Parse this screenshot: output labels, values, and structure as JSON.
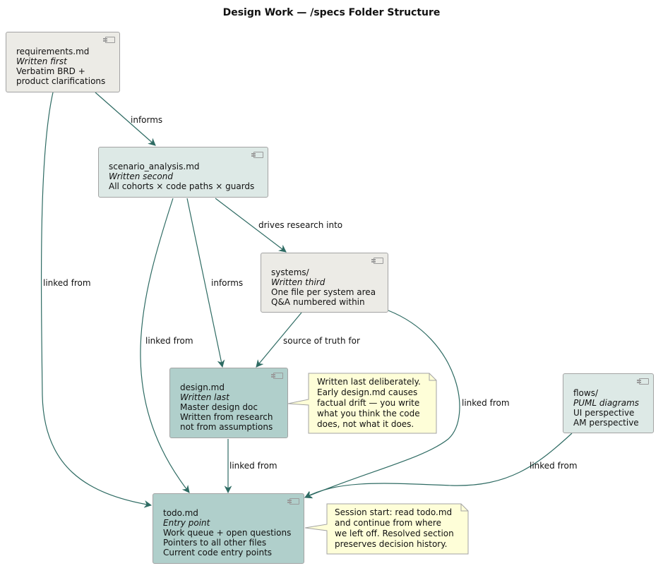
{
  "title": "Design Work — /specs Folder Structure",
  "nodes": {
    "requirements": {
      "name": "requirements.md",
      "sub": "Written first",
      "lines": [
        "Verbatim BRD +",
        "product clarifications"
      ]
    },
    "scenario": {
      "name": "scenario_analysis.md",
      "sub": "Written second",
      "lines": [
        "All cohorts × code paths × guards"
      ]
    },
    "systems": {
      "name": "systems/",
      "sub": "Written third",
      "lines": [
        "One file per system area",
        "Q&A numbered within"
      ]
    },
    "design": {
      "name": "design.md",
      "sub": "Written last",
      "lines": [
        "Master design doc",
        "Written from research",
        "not from assumptions"
      ]
    },
    "flows": {
      "name": "flows/",
      "sub": "PUML diagrams",
      "lines": [
        "UI perspective",
        "AM perspective"
      ]
    },
    "todo": {
      "name": "todo.md",
      "sub": "Entry point",
      "lines": [
        "Work queue + open questions",
        "Pointers to all other files",
        "Current code entry points"
      ]
    }
  },
  "notes": {
    "design_note": [
      "Written last deliberately.",
      "Early design.md causes",
      "factual drift — you write",
      "what you think the code",
      "does, not what it does."
    ],
    "todo_note": [
      "Session start: read todo.md",
      "and continue from where",
      "we left off. Resolved section",
      "preserves decision history."
    ]
  },
  "edges": {
    "req_scenario": "informs",
    "req_todo": "linked from",
    "scenario_systems": "drives research into",
    "scenario_design": "informs",
    "scenario_todo": "linked from",
    "systems_design": "source of truth for",
    "systems_todo": "linked from",
    "design_todo": "linked from",
    "flows_todo": "linked from"
  },
  "colors": {
    "edge": "#2e6b63",
    "gray_node": "#ecebe6",
    "light_node": "#dde9e6",
    "teal_node": "#b0cfcb",
    "note": "#fefed8"
  }
}
